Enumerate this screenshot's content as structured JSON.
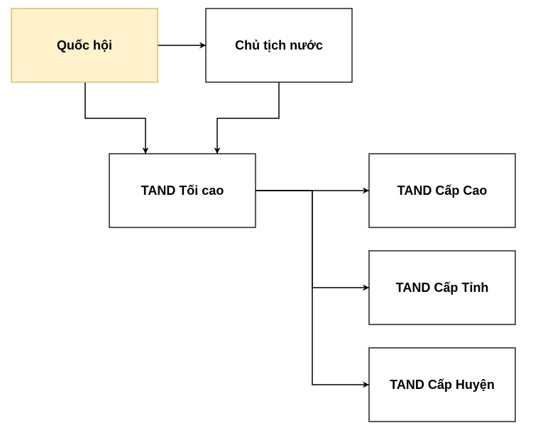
{
  "nodes": {
    "quoc_hoi": "Quốc hội",
    "chu_tich_nuoc": "Chủ tịch nước",
    "tand_toi_cao": "TAND Tối cao",
    "tand_cap_cao": "TAND Cấp Cao",
    "tand_cap_tinh": "TAND Cấp Tỉnh",
    "tand_cap_huyen": "TAND Cấp Huyện"
  },
  "colors": {
    "highlight_fill": "#fff2cc",
    "highlight_stroke": "#d6b656",
    "box_fill": "#ffffff",
    "box_stroke": "#000000",
    "edge": "#000000"
  }
}
